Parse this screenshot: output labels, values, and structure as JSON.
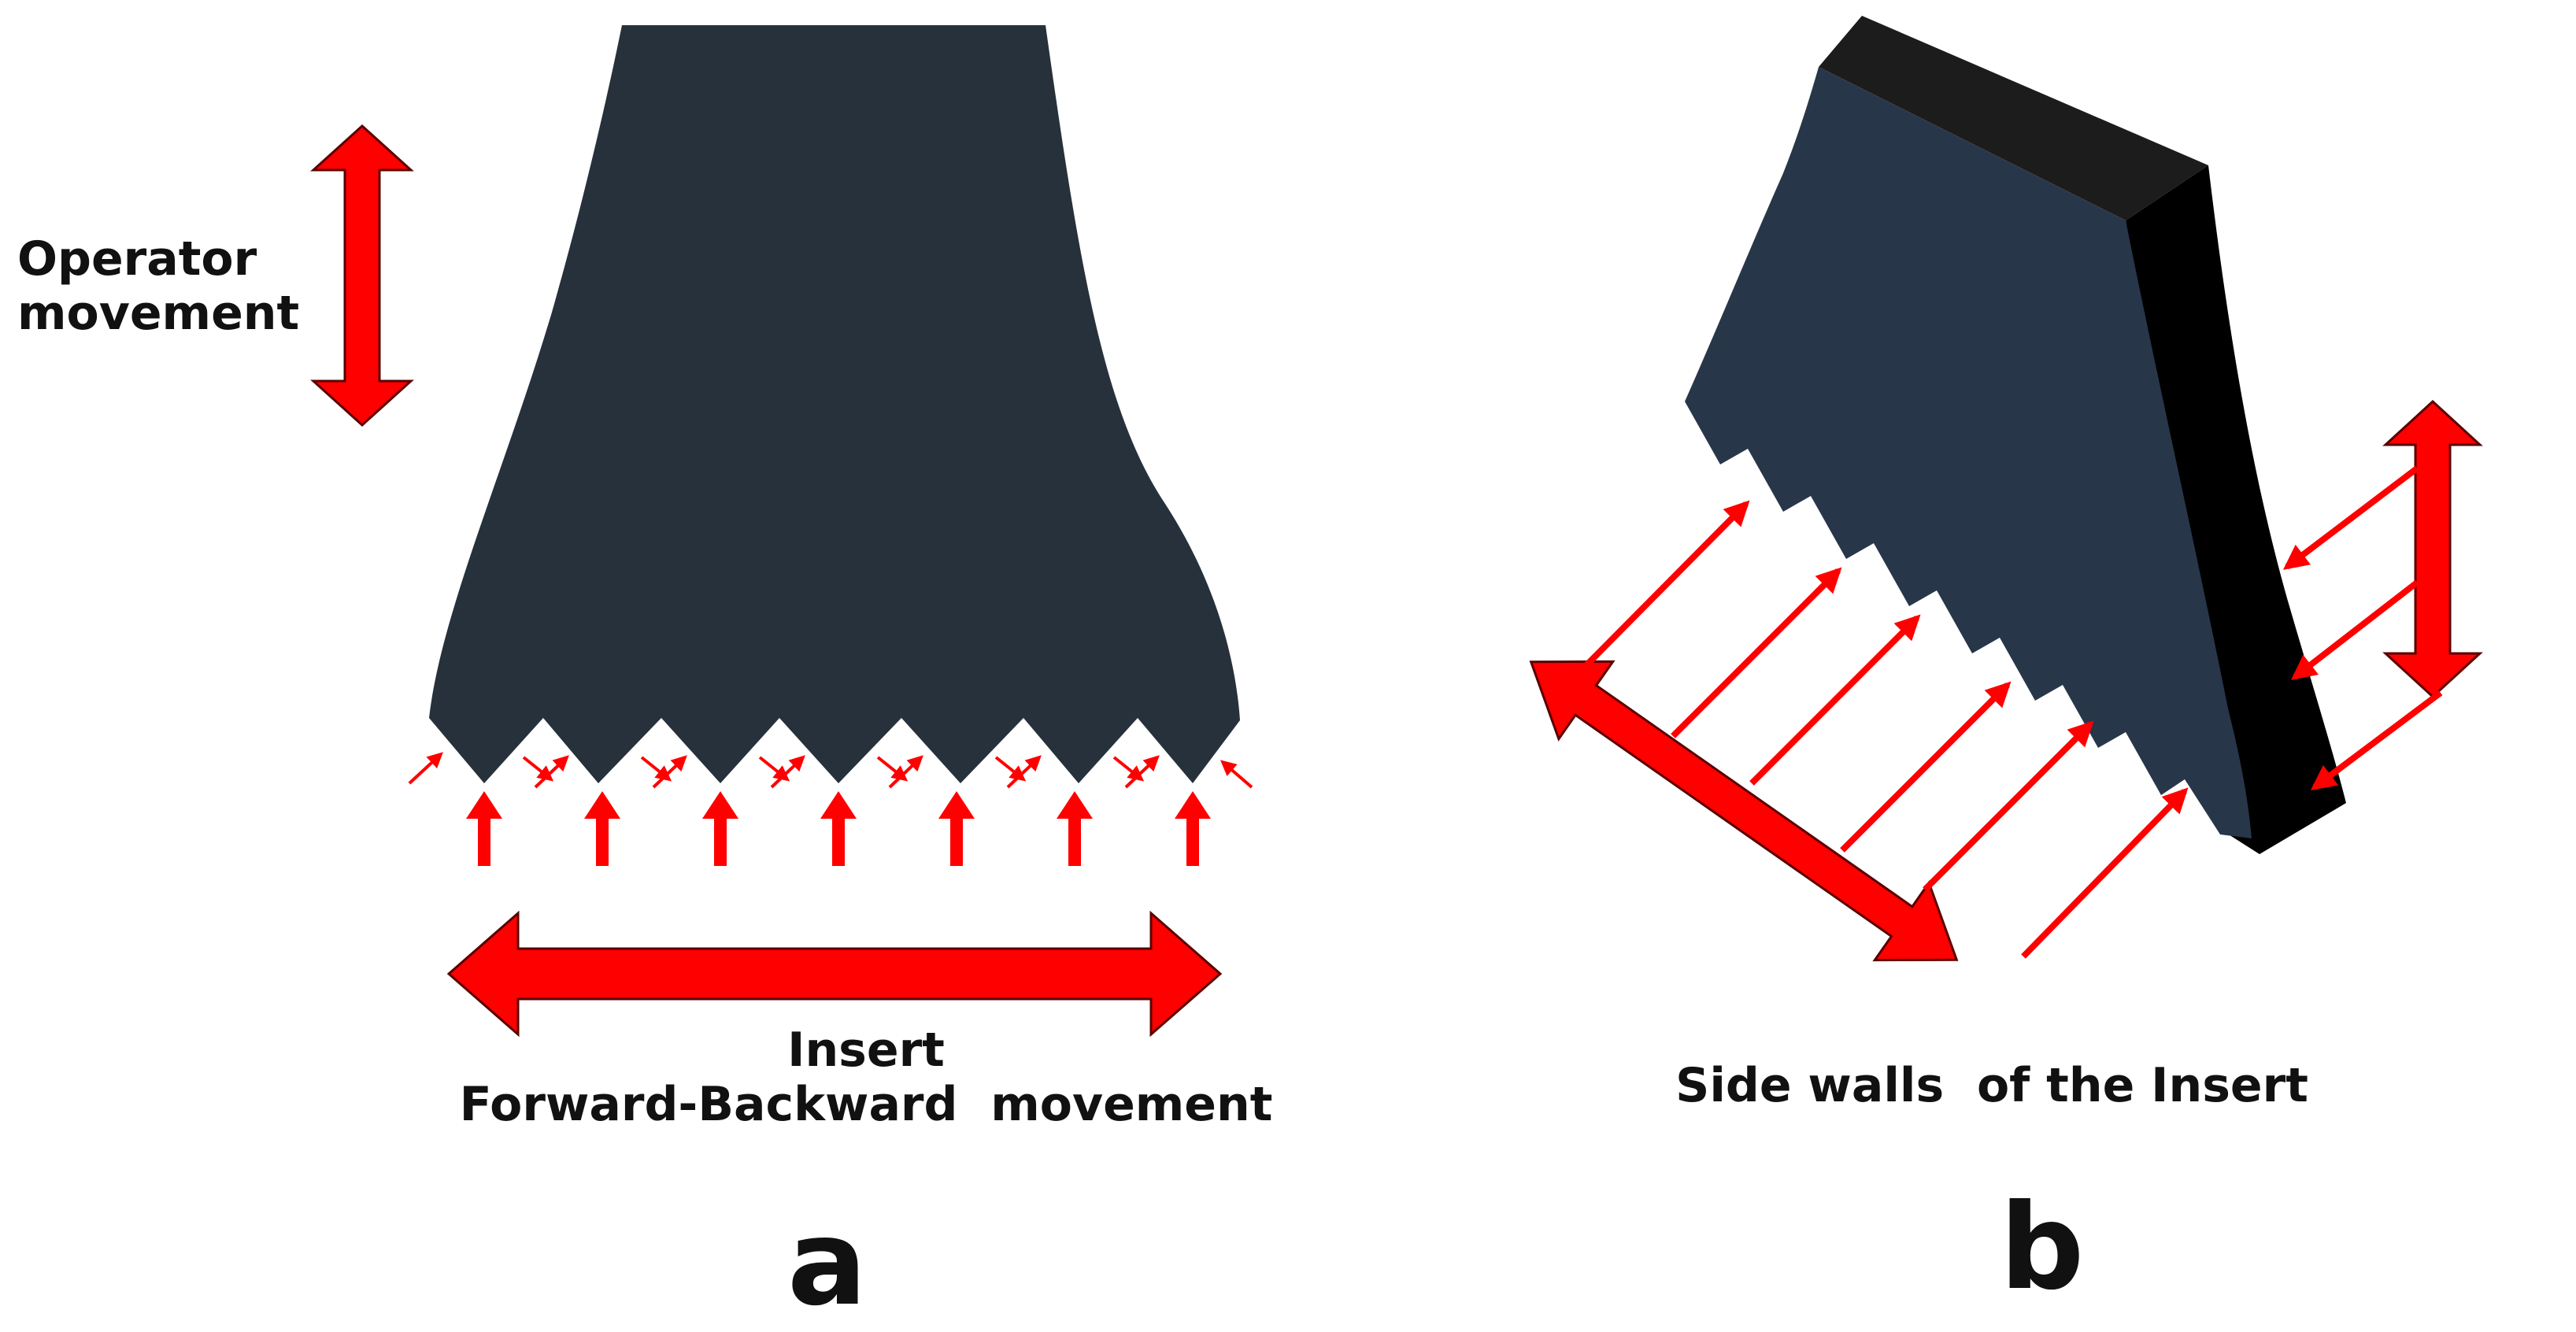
{
  "panel_a": {
    "operator_label_line1": "Operator",
    "operator_label_line2": "movement",
    "insert_label_line1": "Insert",
    "insert_label_line2": "Forward-Backward  movement",
    "letter": "a"
  },
  "panel_b": {
    "side_label": "Side walls  of the Insert",
    "letter": "b"
  },
  "colors": {
    "insert_body": "#27313b",
    "insert_body_3d_face": "#28364a",
    "insert_side": "#000000",
    "insert_top": "#1c1c1c",
    "arrow": "#ff0000",
    "label": "#111111"
  }
}
